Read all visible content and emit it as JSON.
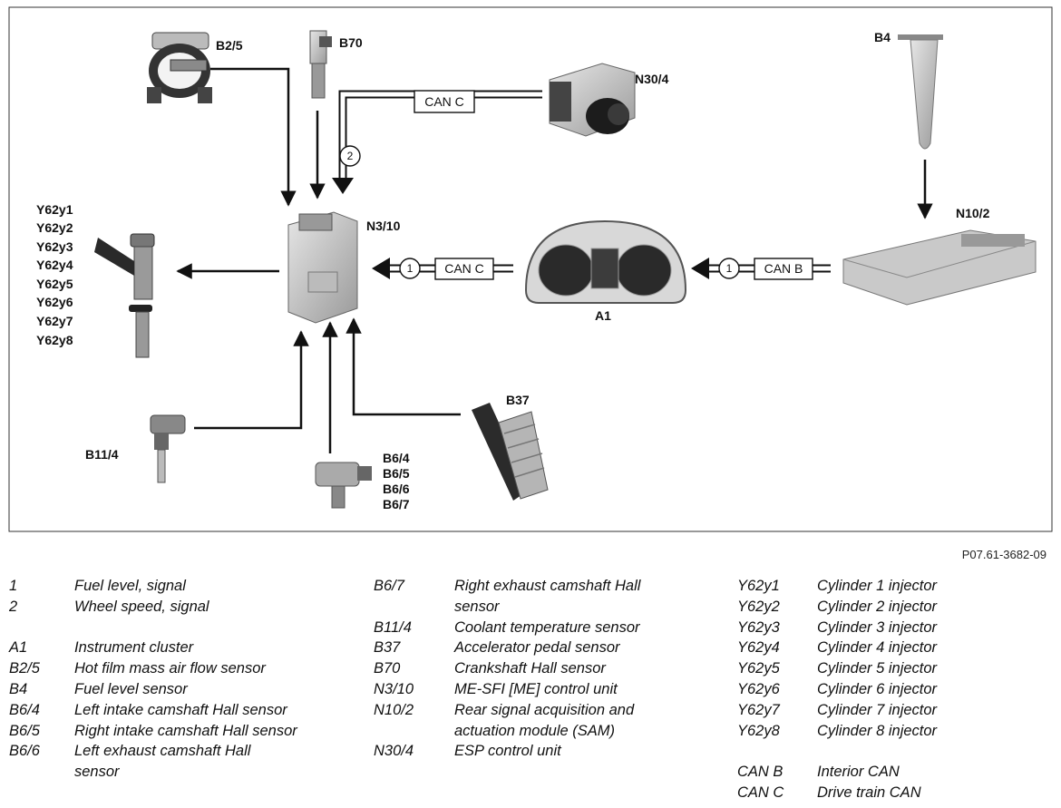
{
  "diagram": {
    "figure_ref": "P07.61-3682-09",
    "components": {
      "b25": "B2/5",
      "b70": "B70",
      "n304": "N30/4",
      "b4": "B4",
      "n102": "N10/2",
      "n310": "N3/10",
      "a1": "A1",
      "y62": [
        "Y62y1",
        "Y62y2",
        "Y62y3",
        "Y62y4",
        "Y62y5",
        "Y62y6",
        "Y62y7",
        "Y62y8"
      ],
      "b114": "B11/4",
      "b6": [
        "B6/4",
        "B6/5",
        "B6/6",
        "B6/7"
      ],
      "b37": "B37"
    },
    "bus_labels": {
      "can_c_top": "CAN C",
      "can_c_mid": "CAN C",
      "can_b": "CAN B"
    },
    "signal_markers": {
      "m2": "2",
      "m1a": "1",
      "m1b": "1"
    }
  },
  "legend": {
    "col1": [
      {
        "key": "1",
        "value": "Fuel level, signal"
      },
      {
        "key": "2",
        "value": "Wheel speed, signal"
      },
      {
        "key": "",
        "value": ""
      },
      {
        "key": "A1",
        "value": "Instrument cluster"
      },
      {
        "key": "B2/5",
        "value": "Hot film mass air flow sensor"
      },
      {
        "key": "B4",
        "value": "Fuel level sensor"
      },
      {
        "key": "B6/4",
        "value": "Left intake camshaft Hall sensor"
      },
      {
        "key": "B6/5",
        "value": "Right intake camshaft Hall sensor"
      },
      {
        "key": "B6/6",
        "value": "Left exhaust camshaft Hall",
        "value2": "sensor"
      }
    ],
    "col2": [
      {
        "key": "B6/7",
        "value": "Right exhaust camshaft Hall",
        "value2": "sensor"
      },
      {
        "key": "B11/4",
        "value": "Coolant temperature sensor"
      },
      {
        "key": "B37",
        "value": "Accelerator pedal sensor"
      },
      {
        "key": "B70",
        "value": "Crankshaft Hall sensor"
      },
      {
        "key": "N3/10",
        "value": "ME-SFI [ME] control unit"
      },
      {
        "key": "N10/2",
        "value": "Rear signal acquisition and",
        "value2": "actuation module (SAM)"
      },
      {
        "key": "N30/4",
        "value": "ESP control unit"
      }
    ],
    "col3": [
      {
        "key": "Y62y1",
        "value": "Cylinder 1 injector"
      },
      {
        "key": "Y62y2",
        "value": "Cylinder 2 injector"
      },
      {
        "key": "Y62y3",
        "value": "Cylinder 3 injector"
      },
      {
        "key": "Y62y4",
        "value": "Cylinder 4 injector"
      },
      {
        "key": "Y62y5",
        "value": "Cylinder 5 injector"
      },
      {
        "key": "Y62y6",
        "value": "Cylinder 6 injector"
      },
      {
        "key": "Y62y7",
        "value": "Cylinder 7 injector"
      },
      {
        "key": "Y62y8",
        "value": "Cylinder 8 injector"
      },
      {
        "key": "",
        "value": ""
      },
      {
        "key": "CAN B",
        "value": "Interior CAN"
      },
      {
        "key": "CAN C",
        "value": "Drive train CAN"
      }
    ]
  }
}
